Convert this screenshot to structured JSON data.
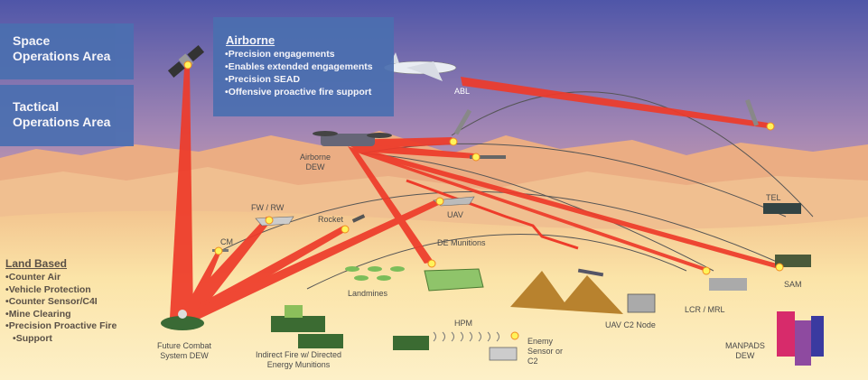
{
  "space_panel": {
    "title_line1": "Space",
    "title_line2": "Operations Area"
  },
  "tactical_panel": {
    "title_line1": "Tactical",
    "title_line2": "Operations Area"
  },
  "airborne": {
    "heading": "Airborne",
    "bullets": [
      "Precision engagements",
      "Enables extended engagements",
      "Precision SEAD",
      "Offensive proactive fire support"
    ]
  },
  "land_based": {
    "heading": "Land Based",
    "bullets": [
      "Counter Air",
      "Vehicle Protection",
      "Counter Sensor/C4I",
      "Mine Clearing",
      "Precision Proactive Fire",
      "Support"
    ]
  },
  "labels": {
    "abl": "ABL",
    "airborne_dew_1": "Airborne",
    "airborne_dew_2": "DEW",
    "fw_rw": "FW / RW",
    "rocket": "Rocket",
    "uav": "UAV",
    "cm": "CM",
    "de_munitions": "DE Munitions",
    "landmines": "Landmines",
    "tel": "TEL",
    "sam": "SAM",
    "lcr_mrl": "LCR / MRL",
    "uav_c2": "UAV C2 Node",
    "hpm": "HPM",
    "enemy_1": "Enemy",
    "enemy_2": "Sensor or",
    "enemy_3": "C2",
    "manpads_1": "MANPADS",
    "manpads_2": "DEW",
    "fcs_1": "Future Combat",
    "fcs_2": "System DEW",
    "indirect_1": "Indirect Fire w/ Directed",
    "indirect_2": "Energy Munitions"
  },
  "colors": {
    "sky_top": "#5a5aa6",
    "sky_mid": "#f2b49a",
    "ground": "#fbe6a8",
    "beam": "#ee3b2a",
    "panel": "#4b6fb0"
  }
}
